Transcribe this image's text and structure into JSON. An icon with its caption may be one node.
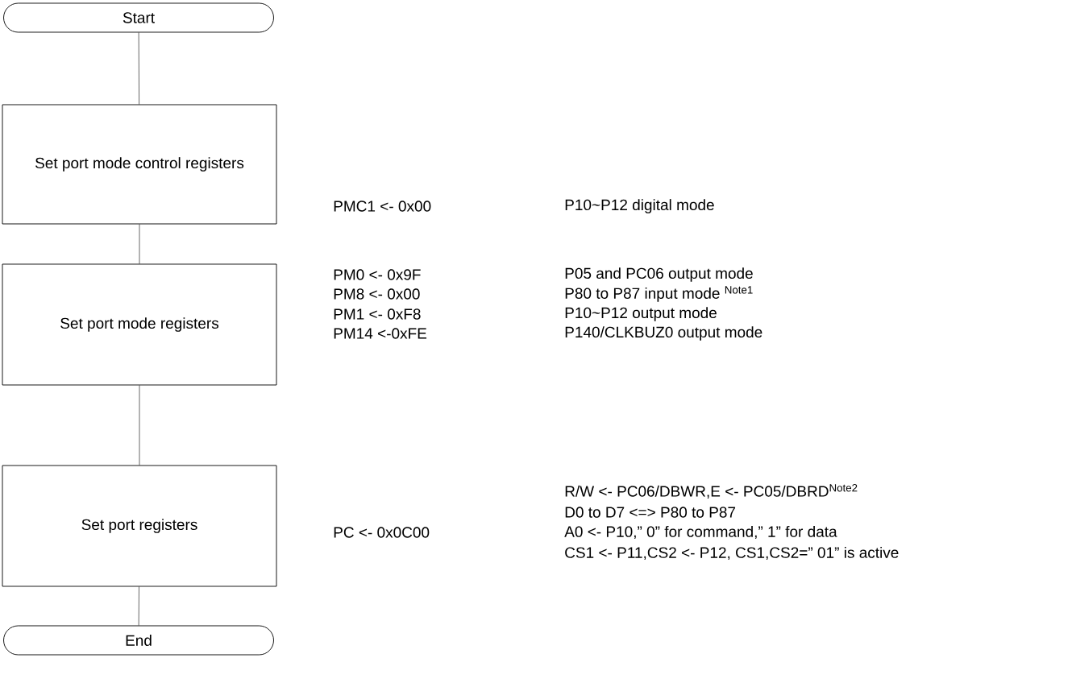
{
  "diagram": {
    "nodes": [
      {
        "text": [
          "Start"
        ]
      },
      {
        "text": [
          "Set port mode control registers"
        ],
        "beside": [
          "PMC1 <- 0x00"
        ]
      },
      {
        "text": [
          "Set port mode registers"
        ],
        "beside": [
          "PM0 <- 0x9F",
          "PM8 <- 0x00",
          "PM1 <- 0xF8",
          "PM14 <-0xFE"
        ]
      },
      {
        "text": [
          "Set port registers"
        ],
        "beside": [
          "PC <- 0x0C00"
        ]
      },
      {
        "text": [
          "End"
        ]
      }
    ],
    "edges": [
      {
        "from": 0,
        "to": 1,
        "arrow": "none"
      },
      {
        "from": 1,
        "to": 2,
        "arrow": "none"
      },
      {
        "from": 2,
        "to": 3,
        "arrow": "none"
      },
      {
        "from": 3,
        "to": 4,
        "arrow": "none"
      }
    ],
    "labels": [
      "P10~P12 digital mode",
      "P05 and PC06 output mode",
      "P80 to P87 input mode $^{Note1}$",
      "P10~P12 output mode",
      "P140/CLKBUZ0 output mode",
      "R/W <- PC06/DBWR,E <- PC05/DBRD$^{Note2}$",
      "D0 to D7 <=> P80 to P87",
      "A0 <- P10,” 0” for command,” 1” for data",
      "CS1 <- P11,CS2 <- P12, CS1,CS2=” 01” is active"
    ]
  }
}
